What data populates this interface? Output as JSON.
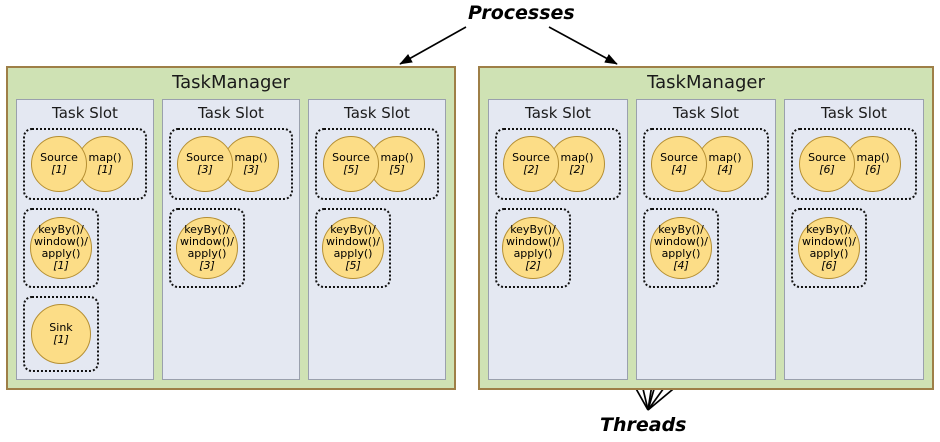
{
  "annotations": {
    "processes": "Processes",
    "threads": "Threads"
  },
  "colors": {
    "taskmanager_fill": "#cfe2b4",
    "taskmanager_border": "#9e7f47",
    "task_slot_fill": "#e4e8f2",
    "task_slot_border": "#9aa0ad",
    "node_fill": "#fcdd87",
    "node_border": "#b58f33",
    "dashed_border": "#111111"
  },
  "taskmanagers": [
    {
      "title": "TaskManager",
      "slots": [
        {
          "title": "Task Slot",
          "boxes": [
            {
              "kind": "chain",
              "nodes": [
                {
                  "name": "Source",
                  "index": "[1]"
                },
                {
                  "name": "map()",
                  "index": "[1]"
                }
              ]
            },
            {
              "kind": "keyby",
              "nodes": [
                {
                  "name": "keyBy()/\nwindow()/\napply()",
                  "line1": "keyBy()/",
                  "line2": "window()/",
                  "line3": "apply()",
                  "index": "[1]"
                }
              ]
            },
            {
              "kind": "sink",
              "nodes": [
                {
                  "name": "Sink",
                  "index": "[1]"
                }
              ]
            }
          ]
        },
        {
          "title": "Task Slot",
          "boxes": [
            {
              "kind": "chain",
              "nodes": [
                {
                  "name": "Source",
                  "index": "[3]"
                },
                {
                  "name": "map()",
                  "index": "[3]"
                }
              ]
            },
            {
              "kind": "keyby",
              "nodes": [
                {
                  "line1": "keyBy()/",
                  "line2": "window()/",
                  "line3": "apply()",
                  "index": "[3]"
                }
              ]
            }
          ]
        },
        {
          "title": "Task Slot",
          "boxes": [
            {
              "kind": "chain",
              "nodes": [
                {
                  "name": "Source",
                  "index": "[5]"
                },
                {
                  "name": "map()",
                  "index": "[5]"
                }
              ]
            },
            {
              "kind": "keyby",
              "nodes": [
                {
                  "line1": "keyBy()/",
                  "line2": "window()/",
                  "line3": "apply()",
                  "index": "[5]"
                }
              ]
            }
          ]
        }
      ]
    },
    {
      "title": "TaskManager",
      "slots": [
        {
          "title": "Task Slot",
          "boxes": [
            {
              "kind": "chain",
              "nodes": [
                {
                  "name": "Source",
                  "index": "[2]"
                },
                {
                  "name": "map()",
                  "index": "[2]"
                }
              ]
            },
            {
              "kind": "keyby",
              "nodes": [
                {
                  "line1": "keyBy()/",
                  "line2": "window()/",
                  "line3": "apply()",
                  "index": "[2]"
                }
              ]
            }
          ]
        },
        {
          "title": "Task Slot",
          "boxes": [
            {
              "kind": "chain",
              "nodes": [
                {
                  "name": "Source",
                  "index": "[4]"
                },
                {
                  "name": "map()",
                  "index": "[4]"
                }
              ]
            },
            {
              "kind": "keyby",
              "nodes": [
                {
                  "line1": "keyBy()/",
                  "line2": "window()/",
                  "line3": "apply()",
                  "index": "[4]"
                }
              ]
            }
          ]
        },
        {
          "title": "Task Slot",
          "boxes": [
            {
              "kind": "chain",
              "nodes": [
                {
                  "name": "Source",
                  "index": "[6]"
                },
                {
                  "name": "map()",
                  "index": "[6]"
                }
              ]
            },
            {
              "kind": "keyby",
              "nodes": [
                {
                  "line1": "keyBy()/",
                  "line2": "window()/",
                  "line3": "apply()",
                  "index": "[6]"
                }
              ]
            }
          ]
        }
      ]
    }
  ],
  "labels": {
    "tm_left_title": "TaskManager",
    "tm_right_title": "TaskManager",
    "slot_title": "Task Slot",
    "source": "Source",
    "map": "map()",
    "sink": "Sink",
    "keyby_l1": "keyBy()/",
    "keyby_l2": "window()/",
    "keyby_l3": "apply()",
    "idx1": "[1]",
    "idx2": "[2]",
    "idx3": "[3]",
    "idx4": "[4]",
    "idx5": "[5]",
    "idx6": "[6]"
  }
}
